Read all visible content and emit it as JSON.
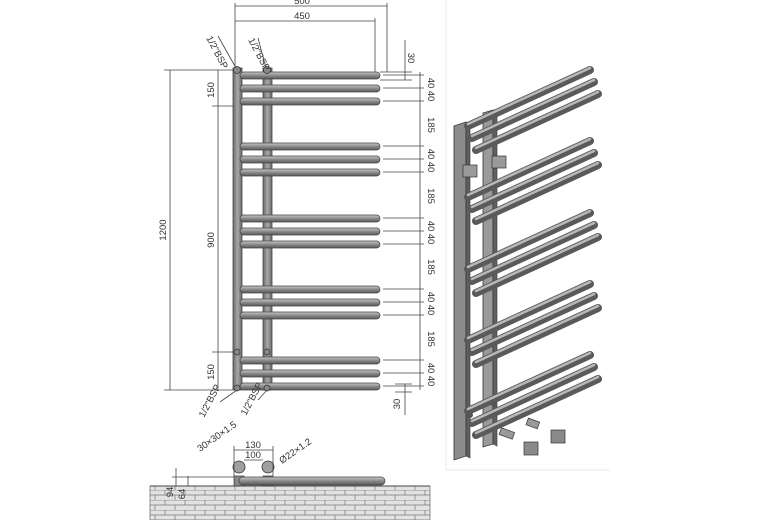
{
  "colors": {
    "steel_dark": "#5a5a5a",
    "steel_mid": "#8a8a8a",
    "steel_light": "#bdbdbd",
    "line": "#444444",
    "brick_fill": "#d9d9d9"
  },
  "front_view": {
    "width_total": "500",
    "width_inner": "450",
    "top_gap": "30",
    "bottom_gap": "30",
    "height_total": "1200",
    "height_inner": "900",
    "top_section": "150",
    "bottom_section": "150",
    "connector_labels": [
      "1/2\"BSP",
      "1/2\"BSP",
      "1/2\"BSP",
      "1/2\"BSP"
    ],
    "bar_spacing": [
      "40",
      "40"
    ],
    "group_spacing": "185",
    "groups": [
      {
        "spacing": [
          "40",
          "40"
        ]
      },
      {
        "spacing": [
          "40",
          "40"
        ]
      },
      {
        "spacing": [
          "40",
          "40"
        ]
      },
      {
        "spacing": [
          "40",
          "40"
        ]
      },
      {
        "spacing": [
          "40",
          "40"
        ]
      }
    ],
    "section_spacings": [
      "185",
      "185",
      "185",
      "185"
    ]
  },
  "side_view": {
    "profile": "30×30×1.5",
    "tube": "Ø22×1.2",
    "width_outer": "130",
    "width_inner": "100",
    "depth_total": "94",
    "depth_inner": "64"
  }
}
